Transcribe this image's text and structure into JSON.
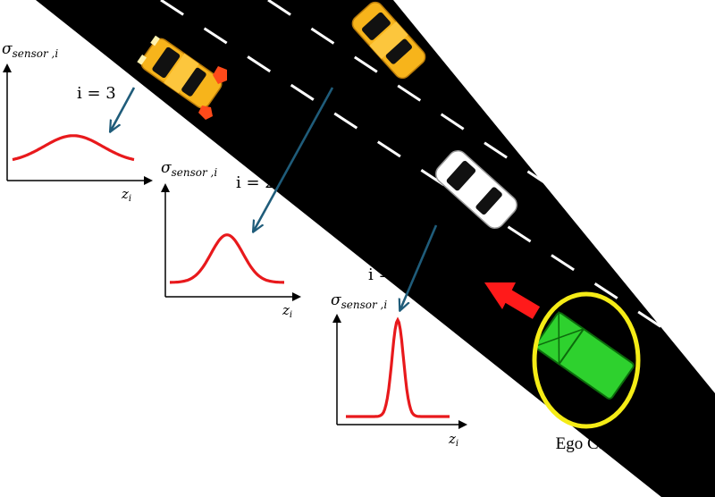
{
  "colors": {
    "road": "#000000",
    "lane_marking": "#ffffff",
    "curve": "#e8191c",
    "pointer": "#1f5c7a",
    "ego_highlight": "#f5ec16",
    "ego_car": "#2ed12e",
    "direction_arrow": "#ff1a1a",
    "taxi": "#f7b41b"
  },
  "labels": {
    "sigma_base": "σ",
    "sigma_sub": "sensor ,i",
    "z_base": "z",
    "z_sub": "i",
    "ego_car": "Ego Car"
  },
  "plots": [
    {
      "index_label": "i = 3",
      "peak": 0.55,
      "spread": 0.24
    },
    {
      "index_label": "i = 2",
      "peak": 0.82,
      "spread": 0.14
    },
    {
      "index_label": "i = 1",
      "peak": 1.0,
      "spread": 0.055
    }
  ],
  "icons": {
    "pointer": "arrow-icon",
    "direction": "red-arrow-icon",
    "ego": "ego-car-icon",
    "vehicles": [
      "taxi-icon",
      "taxi-icon",
      "white-car-icon"
    ]
  }
}
